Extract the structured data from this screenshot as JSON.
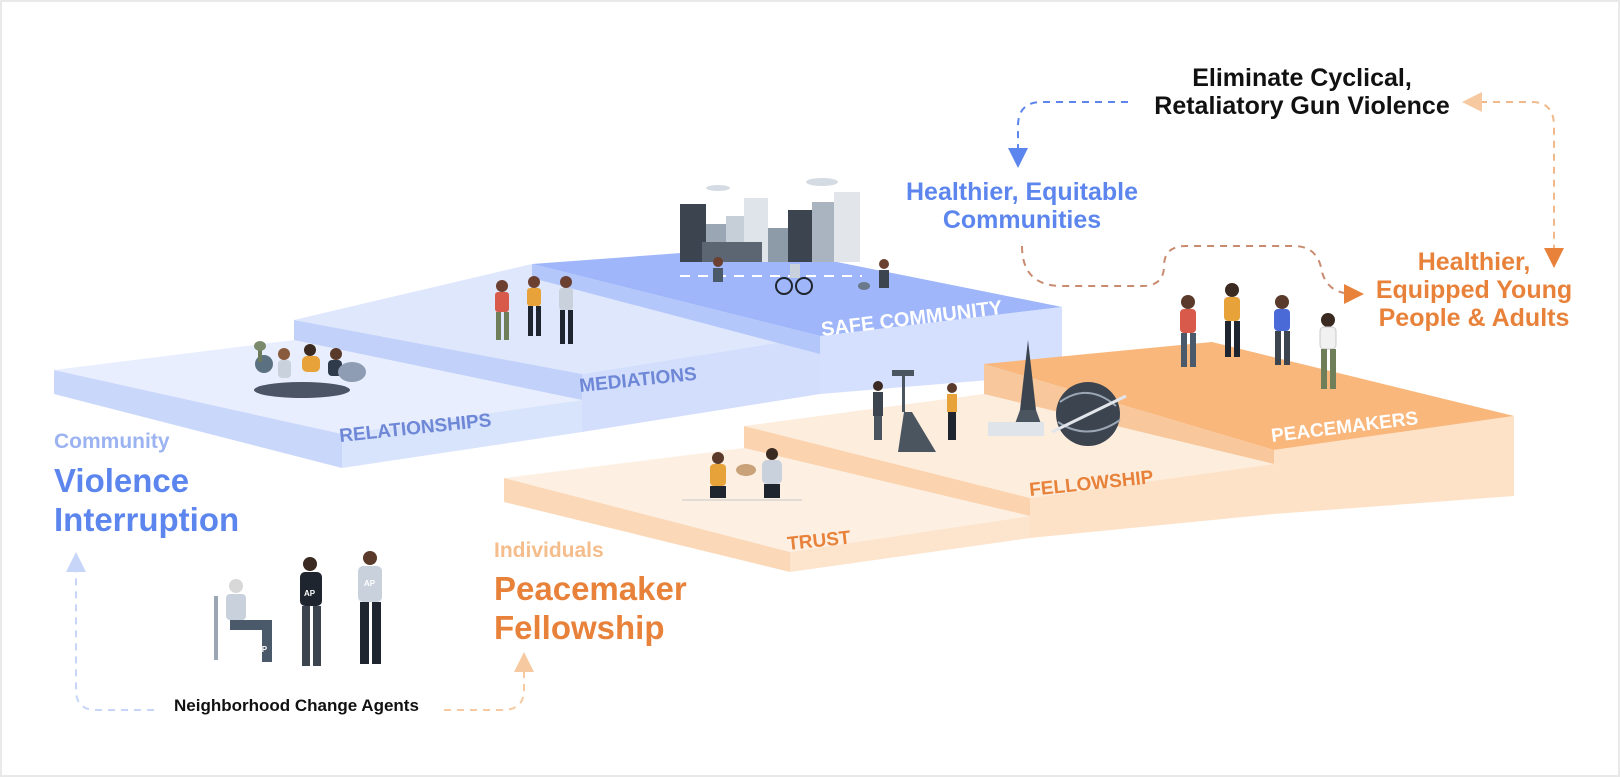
{
  "goal": {
    "top_lines": [
      "Eliminate Cyclical,",
      "Retaliatory Gun Violence"
    ],
    "communities_lines": [
      "Healthier, Equitable",
      "Communities"
    ],
    "people_lines": [
      "Healthier,",
      "Equipped Young",
      "People & Adults"
    ]
  },
  "community": {
    "subtitle": "Community",
    "title_lines": [
      "Violence",
      "Interruption"
    ],
    "steps": [
      "RELATIONSHIPS",
      "MEDIATIONS",
      "SAFE COMMUNITY"
    ]
  },
  "individuals": {
    "subtitle": "Individuals",
    "title_lines": [
      "Peacemaker",
      "Fellowship"
    ],
    "steps": [
      "TRUST",
      "FELLOWSHIP",
      "PEACEMAKERS"
    ]
  },
  "agents_label": "Neighborhood Change Agents",
  "badge_text": "AP",
  "colors": {
    "blue": "#5c86ee",
    "light_blue": "#9cb3f2",
    "orange": "#e8823a",
    "light_orange": "#f5bd8c",
    "text_dark": "#111111"
  },
  "icons": [
    "group-hangout-icon",
    "people-mediation-icon",
    "city-skyline-icon",
    "handshake-icon",
    "crossroads-icon",
    "eiffel-tower-icon",
    "globe-icon",
    "peacemakers-group-icon",
    "change-agents-icon"
  ]
}
